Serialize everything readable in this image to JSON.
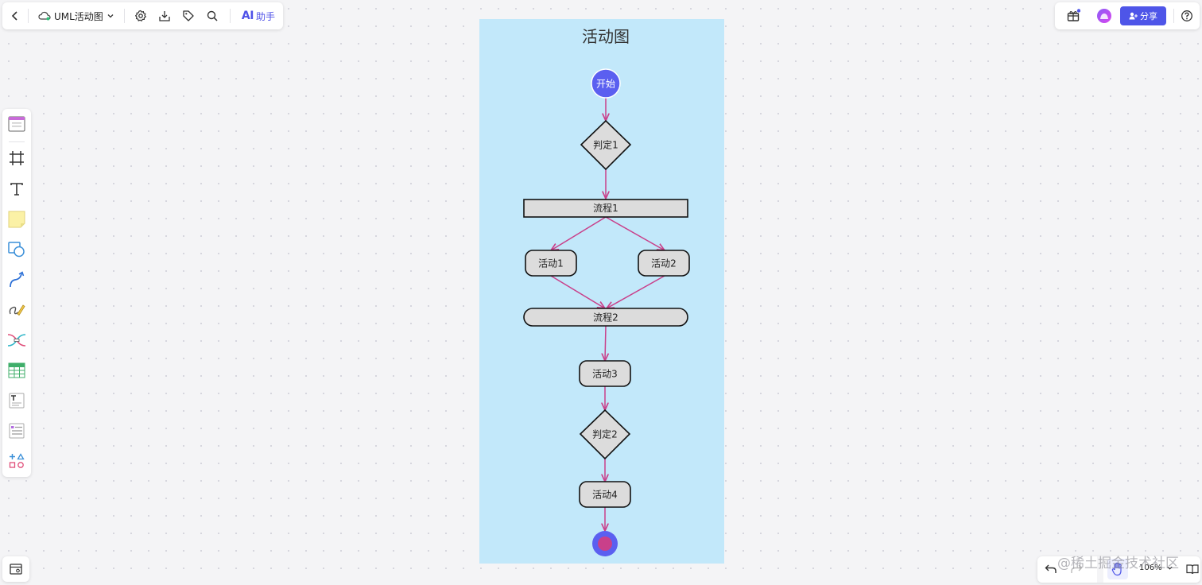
{
  "toolbar": {
    "doc_title": "UML活动图",
    "ai_letters": "AI",
    "ai_label": "助手"
  },
  "header": {
    "share_label": "分享"
  },
  "zoom": {
    "level": "106%"
  },
  "diagram": {
    "title": "活动图",
    "start_label": "开始",
    "decision1": "判定1",
    "process1": "流程1",
    "activity1": "活动1",
    "activity2": "活动2",
    "process2": "流程2",
    "activity3": "活动3",
    "decision2": "判定2",
    "activity4": "活动4"
  },
  "watermark": "@稀土掘金技术社区",
  "colors": {
    "accent": "#4e55e8",
    "canvas_frame": "#c2e8fa",
    "node_fill": "#dcdcdc",
    "connector": "#c9408a",
    "start_node": "#5b5ff0",
    "end_node_inner": "#c9408a"
  }
}
